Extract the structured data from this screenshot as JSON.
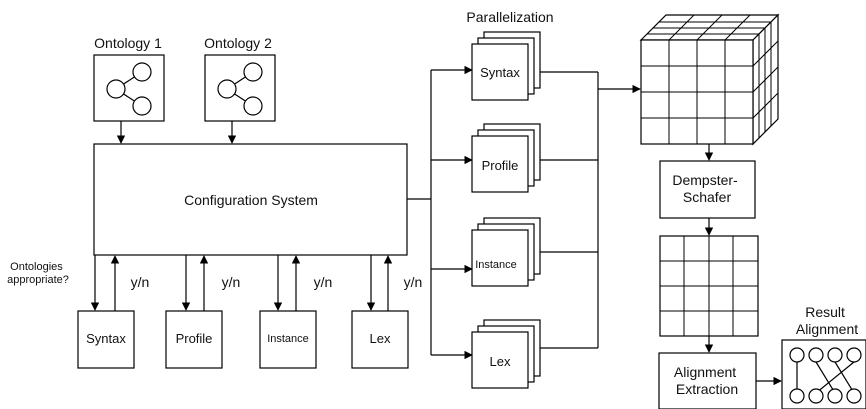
{
  "ontologies": [
    {
      "label": "Ontology 1"
    },
    {
      "label": "Ontology 2"
    }
  ],
  "config_system": {
    "label": "Configuration System"
  },
  "question": {
    "line1": "Ontologies",
    "line2": "appropriate?"
  },
  "yn_label": "y/n",
  "checkers": [
    {
      "label": "Syntax"
    },
    {
      "label": "Profile"
    },
    {
      "label": "Instance"
    },
    {
      "label": "Lex"
    }
  ],
  "parallelization": {
    "title": "Parallelization"
  },
  "matchers": [
    {
      "label": "Syntax"
    },
    {
      "label": "Profile"
    },
    {
      "label": "Instance"
    },
    {
      "label": "Lex"
    }
  ],
  "dempster_schafer": {
    "line1": "Dempster-",
    "line2": "Schafer"
  },
  "alignment_extraction": {
    "line1": "Alignment",
    "line2": "Extraction"
  },
  "result_alignment": {
    "line1": "Result",
    "line2": "Alignment"
  }
}
